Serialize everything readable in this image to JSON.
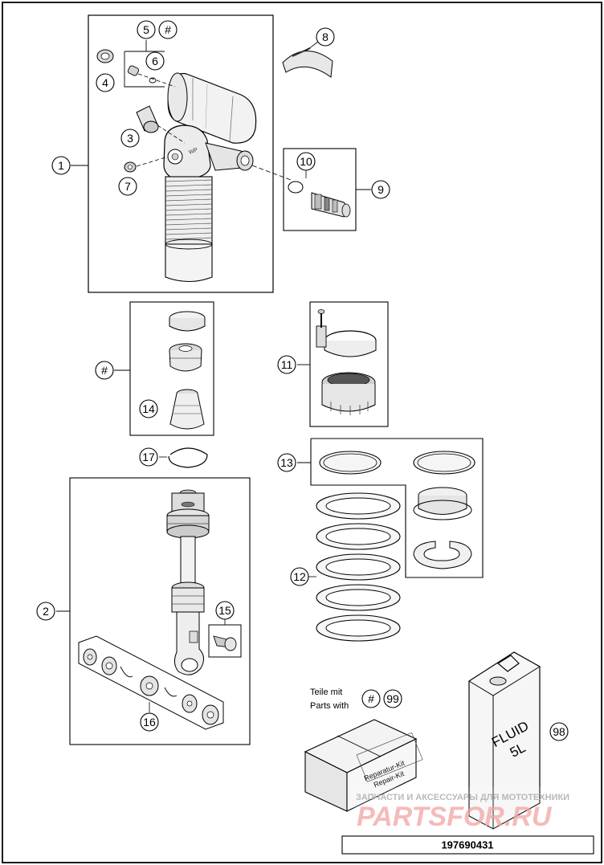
{
  "callouts": {
    "c1": "1",
    "c2": "2",
    "c3": "3",
    "c4": "4",
    "c5": "5",
    "c6": "6",
    "c7": "7",
    "c8": "8",
    "c9": "9",
    "c10": "10",
    "c11": "11",
    "c12": "12",
    "c13": "13",
    "c14": "14",
    "c15": "15",
    "c16": "16",
    "c17": "17",
    "c98": "98",
    "c99": "99",
    "hash_top": "#",
    "hash_left": "#",
    "hash_bottom": "#"
  },
  "notes": {
    "teile_line1": "Teile mit",
    "teile_line2": "Parts with"
  },
  "kit_box": {
    "label_line1": "Reparatur-Kit",
    "label_line2": "Repair-Kit"
  },
  "canister": {
    "label_line1": "FLUID",
    "label_line2": "5L"
  },
  "watermark": {
    "line1": "ЗАПЧАСТИ И АКСЕССУАРЫ ДЛЯ МОТОТЕХНИКИ",
    "line2": "PARTSFOR.RU"
  },
  "document_number": "197690431",
  "colors": {
    "border": "#1c1c1c",
    "part_fill": "#f2f2f2",
    "part_shade": "#cfcfcf",
    "watermark_red": "#e06060"
  }
}
